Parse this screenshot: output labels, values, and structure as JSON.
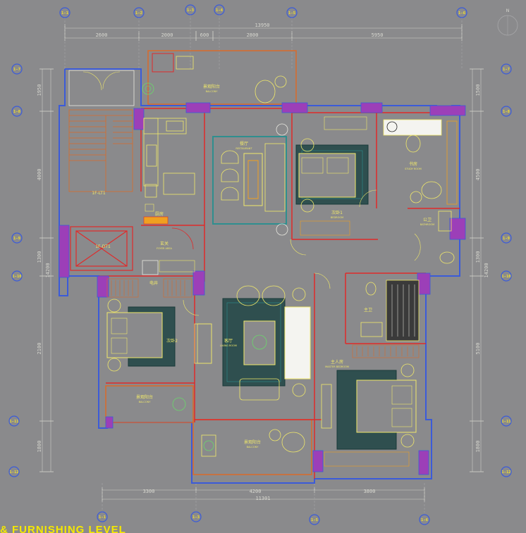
{
  "dimensions": {
    "top_total": "13950",
    "top_segments": [
      "2600",
      "2000",
      "600",
      "2800",
      "5950"
    ],
    "bottom_total": "11301",
    "bottom_segments": [
      "3300",
      "4200",
      "3800"
    ],
    "left_total": "14200",
    "left_segments": [
      "1950",
      "4000",
      "1300",
      "2100",
      "1800"
    ],
    "right_total": "14200",
    "right_segments": [
      "1500",
      "4500",
      "1300",
      "5100",
      "1800"
    ]
  },
  "rooms": {
    "balcony_top": {
      "cn": "景观阳台",
      "en": "BALCONY"
    },
    "restaurant": {
      "cn": "餐厅",
      "en": "RESTAURANT"
    },
    "bedroom1": {
      "cn": "次卧1",
      "en": "BEDROOM"
    },
    "study": {
      "cn": "书房",
      "en": "STUDY ROOM"
    },
    "stair": {
      "cn": "1F-LT1"
    },
    "elevator": {
      "cn": "1F-DT1"
    },
    "kitchen": {
      "cn": "厨房"
    },
    "entrance": {
      "cn": "玄关",
      "en": "FOYER AREA"
    },
    "bath_n": {
      "cn": "公卫",
      "en": "BATHROOM"
    },
    "elec": {
      "cn": "电井"
    },
    "bedroom2": {
      "cn": "次卧2"
    },
    "living": {
      "cn": "客厅",
      "en": "LIVING ROOM"
    },
    "master_bath": {
      "cn": "主卫"
    },
    "master_bed": {
      "cn": "主人房",
      "en": "MASTER BEDROOM"
    },
    "balcony_sw": {
      "cn": "景观阳台",
      "en": "BALCONY"
    },
    "balcony_s": {
      "cn": "景观阳台",
      "en": "BALCONY"
    }
  },
  "grid_bubbles": {
    "top": [
      "1-1",
      "1-2",
      "1-3",
      "1-4",
      "1-5",
      "1-6"
    ],
    "bottom": [
      "1-1",
      "1-3",
      "1-5",
      "1-6"
    ],
    "left": [
      "1-7",
      "1-8",
      "1-9",
      "1-10",
      "1-11",
      "1-12"
    ],
    "right": [
      "1-7",
      "1-8",
      "1-9",
      "1-10",
      "1-11",
      "1-12"
    ]
  },
  "north_label": "N",
  "title": "& FURNISHING LEVEL"
}
